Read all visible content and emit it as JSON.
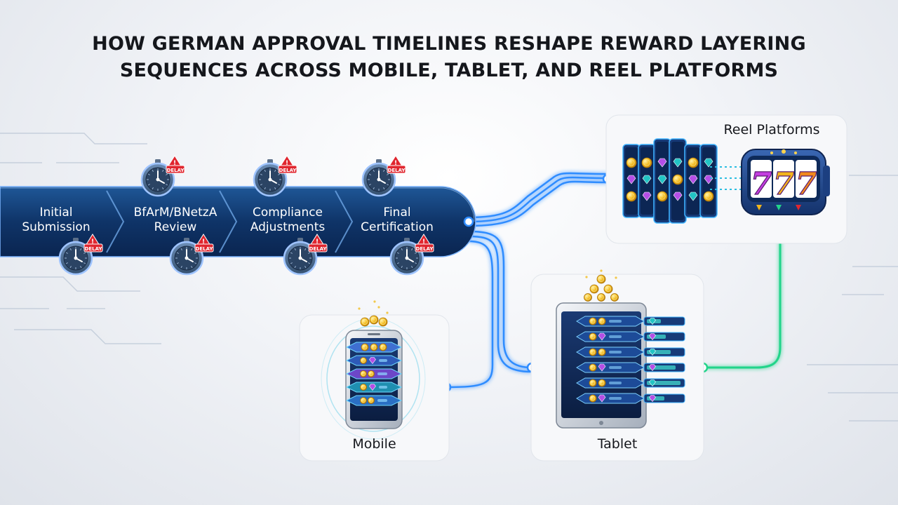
{
  "title": {
    "line1": "HOW GERMAN APPROVAL TIMELINES RESHAPE REWARD LAYERING",
    "line2": "SEQUENCES ACROSS MOBILE, TABLET, AND REEL PLATFORMS"
  },
  "timeline": {
    "stages": [
      {
        "label_line1": "Initial",
        "label_line2": "Submission"
      },
      {
        "label_line1": "BfArM/BNetzA",
        "label_line2": "Review"
      },
      {
        "label_line1": "Compliance",
        "label_line2": "Adjustments"
      },
      {
        "label_line1": "Final",
        "label_line2": "Certification"
      }
    ],
    "delay_badge_text": "DELAY"
  },
  "platforms": {
    "reel": {
      "label": "Reel Platforms",
      "slot_digits": "777"
    },
    "mobile": {
      "label": "Mobile"
    },
    "tablet": {
      "label": "Tablet"
    }
  },
  "colors": {
    "banner_dark": "#0d2d5e",
    "banner_light": "#1e4f8c",
    "connector_blue": "#2f8cff",
    "connector_green": "#22d48a",
    "delay_red": "#e0262f",
    "coin_gold": "#f2b51c",
    "gem_purple": "#b44ee6",
    "gem_teal": "#22c4c4"
  },
  "icons": [
    "stopwatch-icon",
    "delay-warning-icon",
    "coin-icon",
    "gem-icon",
    "slot-machine-icon",
    "smartphone-icon",
    "tablet-icon"
  ]
}
